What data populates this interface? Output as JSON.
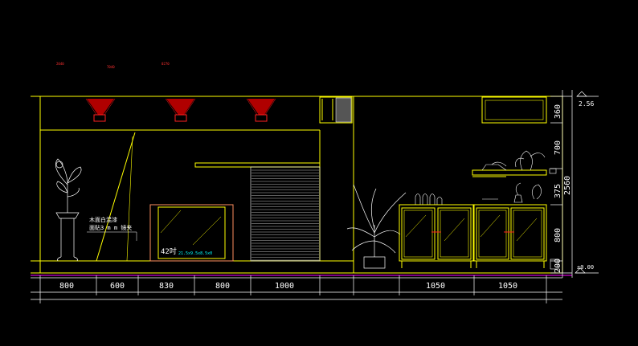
{
  "colors": {
    "background": "#000000",
    "main_line": "#ffff00",
    "dim_line": "#ffffff",
    "red": "#ff2020",
    "green": "#33cc33",
    "magenta": "#ff00ff",
    "plant": "#ffffff",
    "cyan": "#00ffff"
  },
  "top_labels": [
    "2040",
    "7040",
    "0270"
  ],
  "horizontal_dims": {
    "left": [
      "800",
      "600",
      "830",
      "800",
      "1000"
    ],
    "right": [
      "1050",
      "1050"
    ]
  },
  "vertical_dims": {
    "segments": [
      "360",
      "700",
      "375",
      "800",
      "200"
    ],
    "total": "2560"
  },
  "level_marks": {
    "top": "2.56",
    "bottom": "±0.00"
  },
  "notes": {
    "wall_line1": "木面白混漆",
    "wall_line2": "面贴3 m m 镜夹",
    "tv_label": "42吋",
    "tv_sub": "21.5x9.5x8.5x0"
  }
}
